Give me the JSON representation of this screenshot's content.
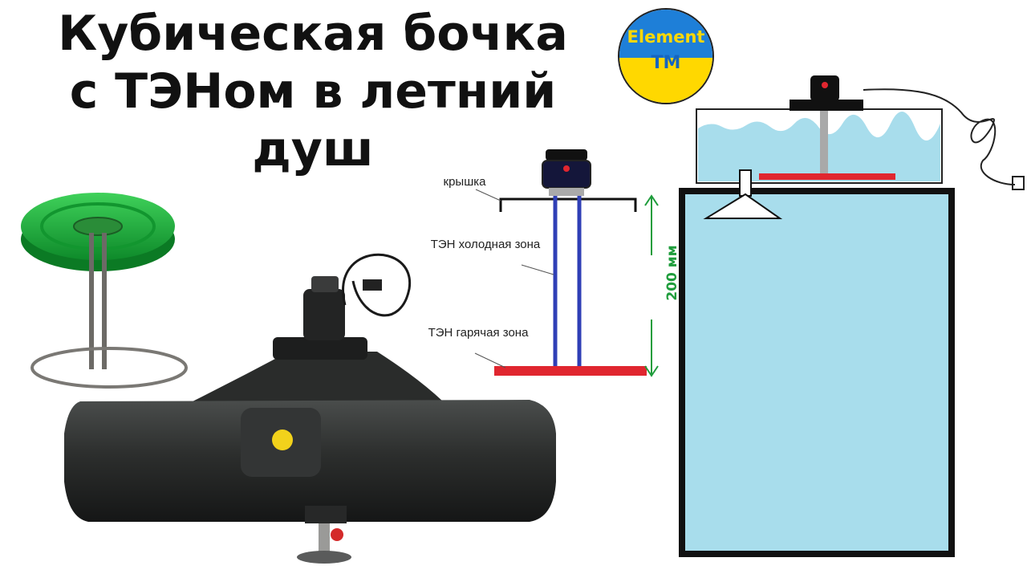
{
  "title": {
    "lines": [
      "Кубическая бочка",
      "с ТЭНом в летний",
      "душ"
    ]
  },
  "logo": {
    "line1": "Element",
    "line2": "TM",
    "colors": {
      "top": "#1e7fd8",
      "bottom": "#ffd800"
    }
  },
  "diagram": {
    "labels": {
      "lid": "крышка",
      "cold_zone": "ТЭН холодная зона",
      "hot_zone": "ТЭН гарячая зона",
      "dimension": "200 мм"
    },
    "colors": {
      "rod": "#2f3fb6",
      "hot_element": "#e0262f",
      "dimension": "#1f9d3c",
      "water": "#a8ddec"
    }
  }
}
